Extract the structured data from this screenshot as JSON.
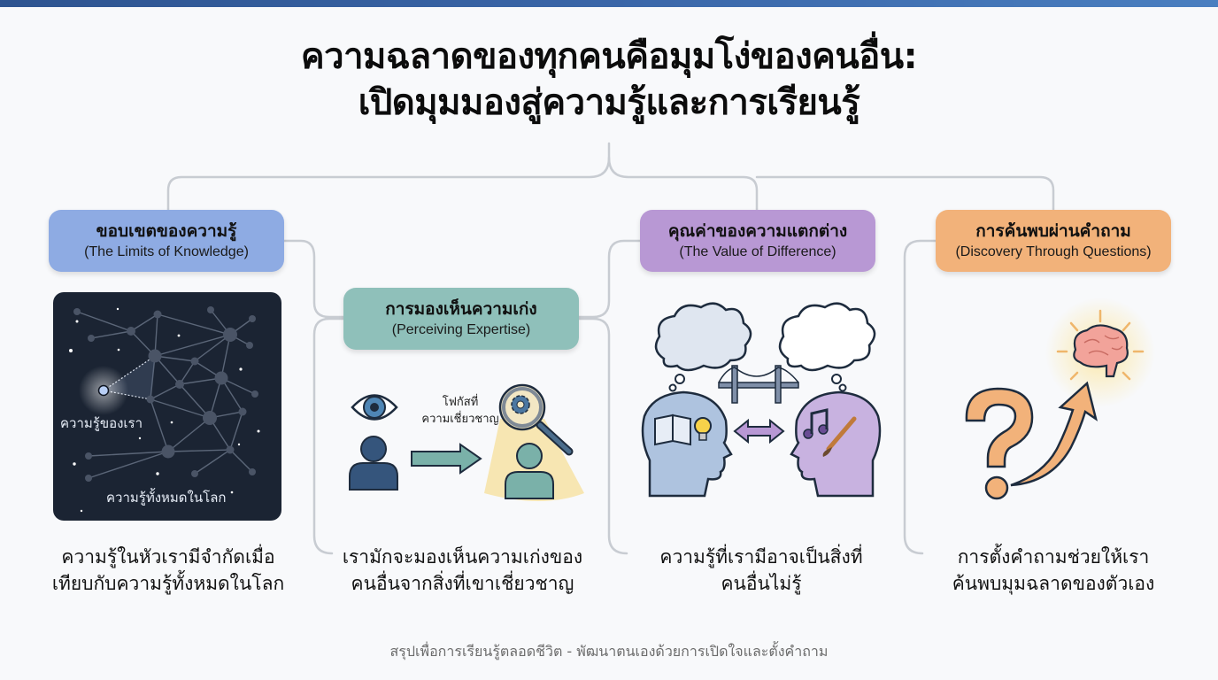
{
  "header": {
    "title_line1": "ความฉลาดของทุกคนคือมุมโง่ของคนอื่น:",
    "title_line2": "เปิดมุมมองสู่ความรู้และการเรียนรู้"
  },
  "colors": {
    "top_bar": "#3a66a8",
    "blue": "#8eabe3",
    "teal": "#8fc0ba",
    "purple": "#b898d4",
    "orange": "#f2b27a",
    "connector": "#c8ccd2",
    "space_bg": "#1b2433"
  },
  "sections": [
    {
      "title_th": "ขอบเขตของความรู้",
      "title_en": "(The Limits of Knowledge)",
      "illustration": "knowledge-network-icon",
      "labels": {
        "our_knowledge": "ความรู้ของเรา",
        "world_knowledge": "ความรู้ทั้งหมดในโลก"
      },
      "caption_line1": "ความรู้ในหัวเรามีจำกัดเมื่อ",
      "caption_line2": "เทียบกับความรู้ทั้งหมดในโลก"
    },
    {
      "title_th": "การมองเห็นความเก่ง",
      "title_en": "(Perceiving Expertise)",
      "illustration": "observer-spotlight-icon",
      "labels": {
        "focus_line1": "โฟกัสที่",
        "focus_line2": "ความเชี่ยวชาญ"
      },
      "caption_line1": "เรามักจะมองเห็นความเก่งของ",
      "caption_line2": "คนอื่นจากสิ่งที่เขาเชี่ยวชาญ"
    },
    {
      "title_th": "คุณค่าของความแตกต่าง",
      "title_en": "(The Value of Difference)",
      "illustration": "two-heads-bridge-icon",
      "caption_line1": "ความรู้ที่เรามีอาจเป็นสิ่งที่",
      "caption_line2": "คนอื่นไม่รู้"
    },
    {
      "title_th": "การค้นพบผ่านคำถาม",
      "title_en": "(Discovery Through Questions)",
      "illustration": "question-brain-icon",
      "caption_line1": "การตั้งคำถามช่วยให้เรา",
      "caption_line2": "ค้นพบมุมฉลาดของตัวเอง"
    }
  ],
  "footer": {
    "text": "สรุปเพื่อการเรียนรู้ตลอดชีวิต - พัฒนาตนเองด้วยการเปิดใจและตั้งคำถาม"
  }
}
